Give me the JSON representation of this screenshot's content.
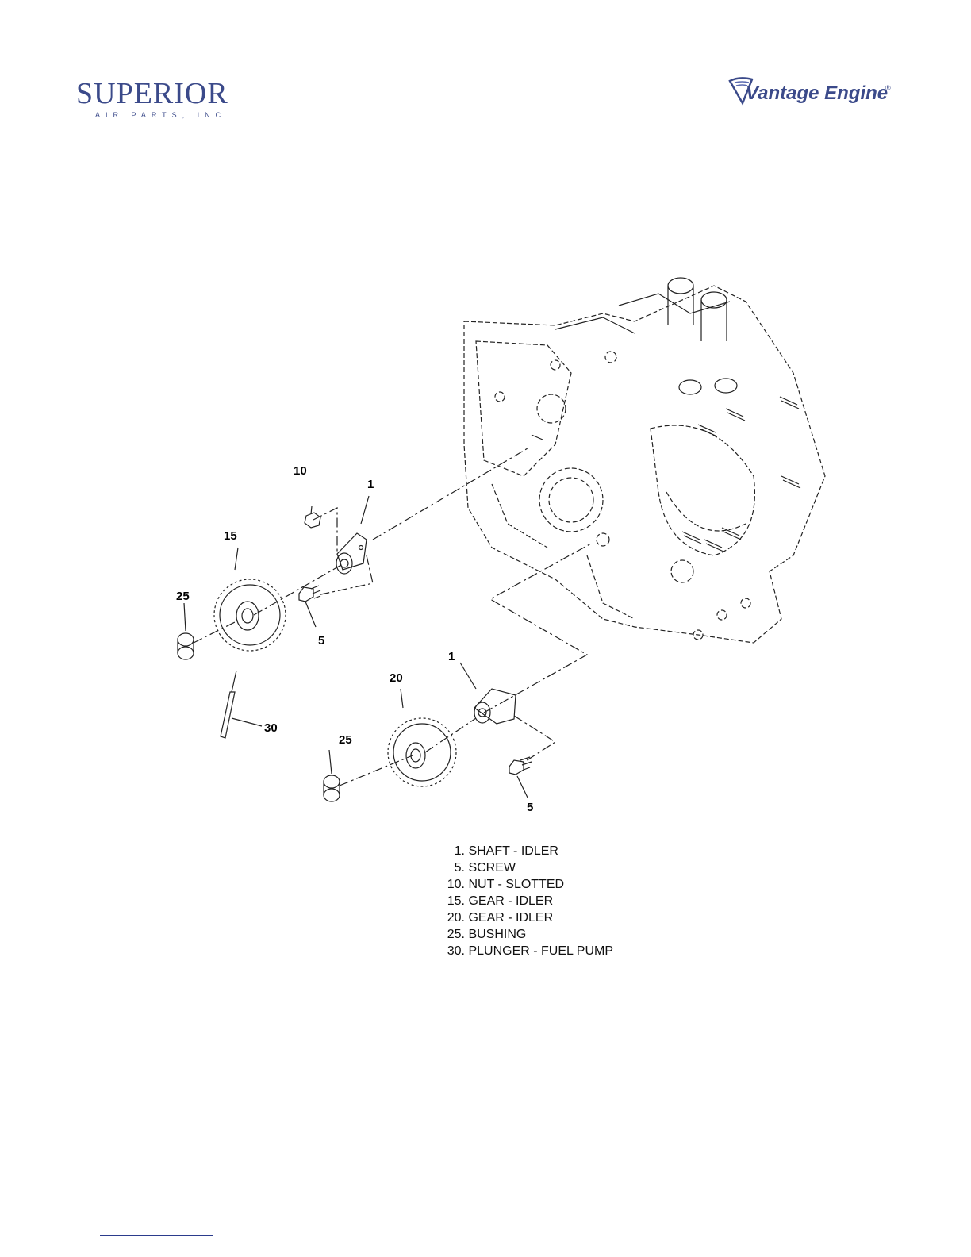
{
  "header": {
    "left_logo": {
      "name": "SUPERIOR",
      "tagline": "AIR PARTS, INC."
    },
    "right_logo": {
      "name": "Vantage Engine",
      "mark": "®"
    }
  },
  "diagram": {
    "callouts": [
      {
        "id": "c10",
        "label": "10"
      },
      {
        "id": "c1a",
        "label": "1"
      },
      {
        "id": "c15",
        "label": "15"
      },
      {
        "id": "c25a",
        "label": "25"
      },
      {
        "id": "c5a",
        "label": "5"
      },
      {
        "id": "c30",
        "label": "30"
      },
      {
        "id": "c1b",
        "label": "1"
      },
      {
        "id": "c20",
        "label": "20"
      },
      {
        "id": "c25b",
        "label": "25"
      },
      {
        "id": "c5b",
        "label": "5"
      }
    ]
  },
  "legend": {
    "items": [
      {
        "num": "1.",
        "text": "SHAFT - IDLER"
      },
      {
        "num": "5.",
        "text": "SCREW"
      },
      {
        "num": "10.",
        "text": "NUT - SLOTTED"
      },
      {
        "num": "15.",
        "text": "GEAR - IDLER"
      },
      {
        "num": "20.",
        "text": "GEAR - IDLER"
      },
      {
        "num": "25.",
        "text": "BUSHING"
      },
      {
        "num": "30.",
        "text": "PLUNGER - FUEL PUMP"
      }
    ]
  },
  "colors": {
    "brand": "#3b4a8a",
    "line": "#222222"
  }
}
